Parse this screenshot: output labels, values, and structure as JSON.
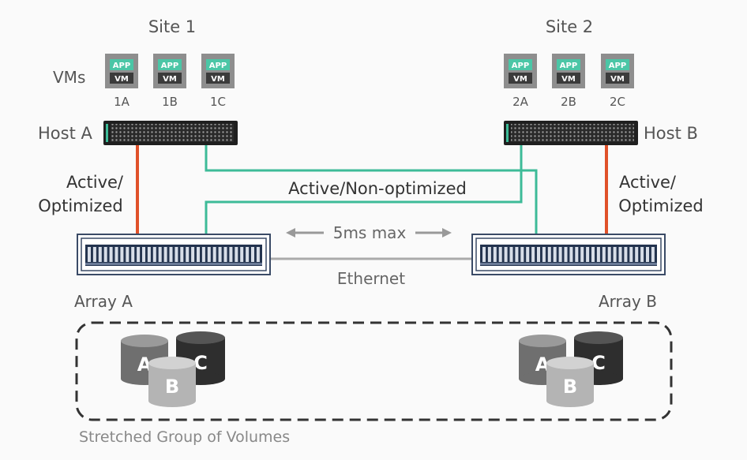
{
  "sites": [
    {
      "title": "Site 1",
      "host": "Host A",
      "path_label": [
        "Active/",
        "Optimized"
      ],
      "array": "Array A",
      "vms": [
        {
          "app": "APP",
          "vm": "VM",
          "id": "1A"
        },
        {
          "app": "APP",
          "vm": "VM",
          "id": "1B"
        },
        {
          "app": "APP",
          "vm": "VM",
          "id": "1C"
        }
      ],
      "volumes": [
        "A",
        "C",
        "B"
      ]
    },
    {
      "title": "Site 2",
      "host": "Host B",
      "path_label": [
        "Active/",
        "Optimized"
      ],
      "array": "Array B",
      "vms": [
        {
          "app": "APP",
          "vm": "VM",
          "id": "2A"
        },
        {
          "app": "APP",
          "vm": "VM",
          "id": "2B"
        },
        {
          "app": "APP",
          "vm": "VM",
          "id": "2C"
        }
      ],
      "volumes": [
        "A",
        "C",
        "B"
      ]
    }
  ],
  "vms_label": "VMs",
  "non_optimized_label": "Active/Non-optimized",
  "latency_label": "5ms max",
  "link_label": "Ethernet",
  "group_label": "Stretched Group of Volumes",
  "colors": {
    "optimized": "#e0512a",
    "non_optimized": "#3dbb98",
    "vm_box": "#8e8e8e",
    "app_badge": "#4bc6a6",
    "array_stroke": "#3a4a66",
    "text": "#555555"
  }
}
